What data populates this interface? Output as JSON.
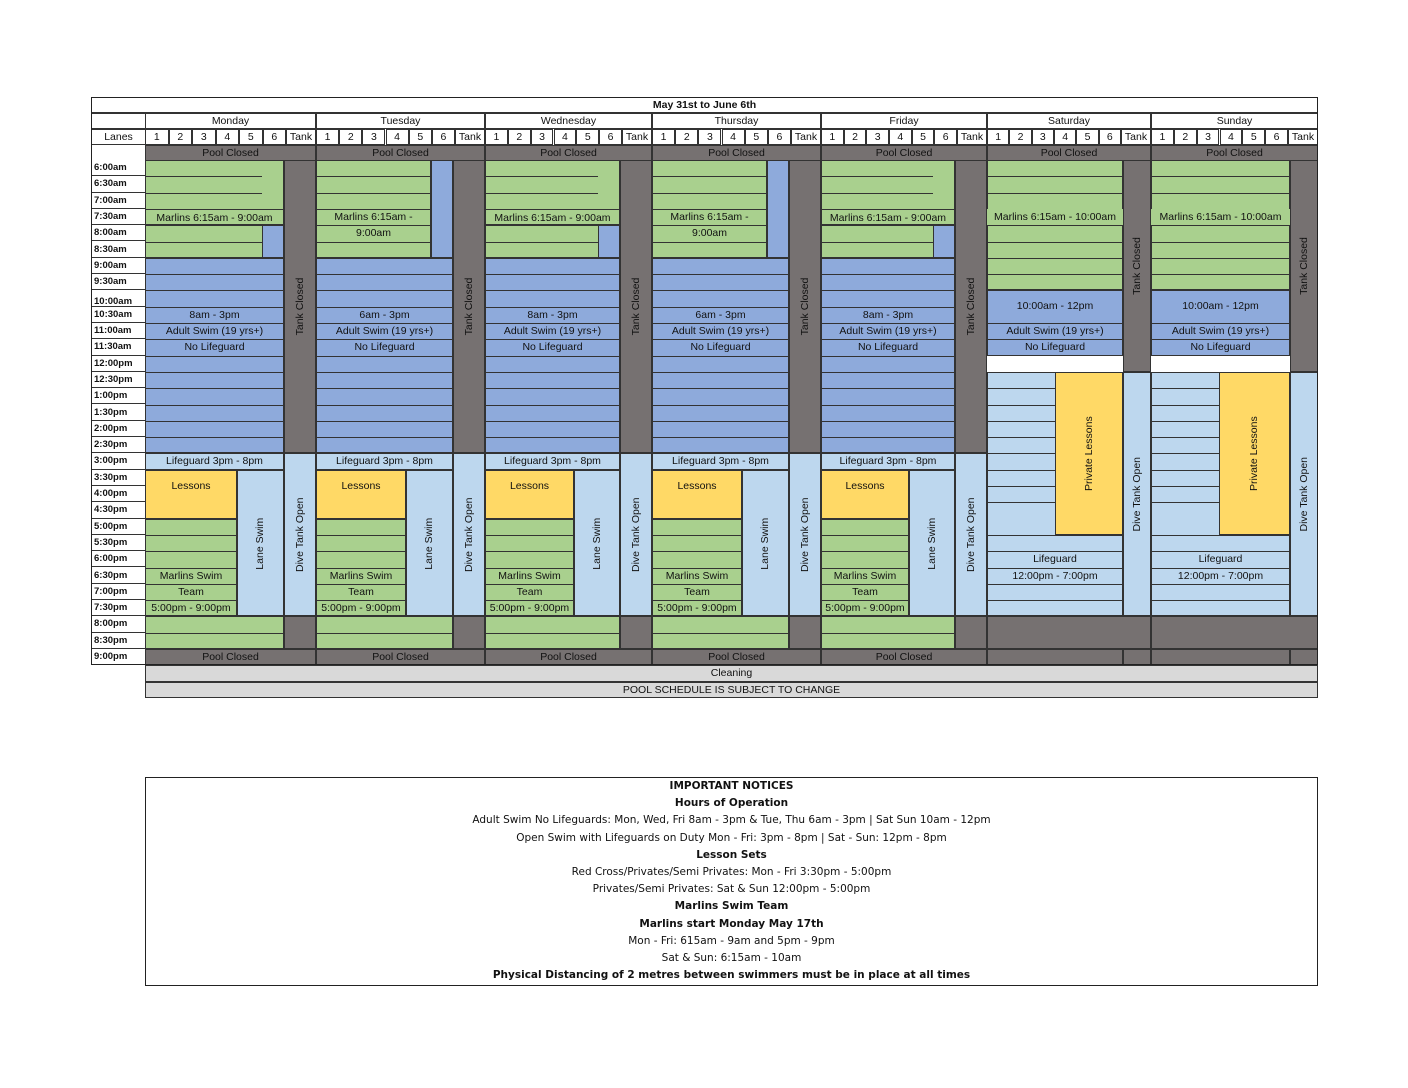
{
  "title": "May 31st to June 6th",
  "lanes_label": "Lanes",
  "lane_numbers": [
    "1",
    "2",
    "3",
    "4",
    "5",
    "6"
  ],
  "tank_label": "Tank",
  "days": [
    "Monday",
    "Tuesday",
    "Wednesday",
    "Thursday",
    "Friday",
    "Saturday",
    "Sunday"
  ],
  "times": [
    "6:00am",
    "6:30am",
    "7:00am",
    "7:30am",
    "8:00am",
    "8:30am",
    "9:00am",
    "9:30am",
    "10:00am",
    "10:30am",
    "11:00am",
    "11:30am",
    "12:00pm",
    "12:30pm",
    "1:00pm",
    "1:30pm",
    "2:00pm",
    "2:30pm",
    "3:00pm",
    "3:30pm",
    "4:00pm",
    "4:30pm",
    "5:00pm",
    "5:30pm",
    "6:00pm",
    "6:30pm",
    "7:00pm",
    "7:30pm",
    "8:00pm",
    "8:30pm",
    "9:00pm"
  ],
  "labels": {
    "pool_closed": "Pool Closed",
    "marlins_weekday": "Marlins 6:15am - 9:00am",
    "marlins_weekday_wrap_1": "Marlins 6:15am -",
    "marlins_weekday_wrap_2": "9:00am",
    "marlins_weekend": "Marlins 6:15am - 10:00am",
    "adult_8_3": "8am - 3pm",
    "adult_6_3": "6am - 3pm",
    "adult_swim": "Adult Swim (19 yrs+)",
    "no_lifeguard": "No Lifeguard",
    "weekend_adult_time": "10:00am - 12pm",
    "lifeguard_3_8": "Lifeguard 3pm - 8pm",
    "lessons": "Lessons",
    "lane_swim": "Lane Swim",
    "dive_tank_open": "Dive Tank Open",
    "tank_closed": "Tank Closed",
    "marlins_swim": "Marlins Swim",
    "team": "Team",
    "evening_time": "5:00pm - 9:00pm",
    "private_lessons": "Private Lessons",
    "lifeguard": "Lifeguard",
    "weekend_lifeguard_time": "12:00pm - 7:00pm",
    "cleaning": "Cleaning",
    "subject_to_change": "POOL SCHEDULE IS SUBJECT TO CHANGE"
  },
  "colors": {
    "lanes_swim_team": "#a9d08e",
    "adult_swim": "#8eaadb",
    "open_swim": "#bdd7ee",
    "lessons": "#ffd966",
    "closed": "#767171",
    "footer": "#d9d9d9"
  },
  "notices": [
    {
      "text": "IMPORTANT NOTICES",
      "bold": true
    },
    {
      "text": "Hours of Operation",
      "bold": true
    },
    {
      "text": "Adult Swim No Lifeguards: Mon, Wed, Fri 8am - 3pm & Tue, Thu 6am - 3pm | Sat Sun 10am - 12pm",
      "bold": false
    },
    {
      "text": "Open Swim with Lifeguards on Duty Mon - Fri: 3pm - 8pm | Sat - Sun: 12pm - 8pm",
      "bold": false
    },
    {
      "text": "Lesson Sets",
      "bold": true
    },
    {
      "text": "Red Cross/Privates/Semi Privates: Mon - Fri 3:30pm - 5:00pm",
      "bold": false
    },
    {
      "text": "Privates/Semi Privates: Sat & Sun 12:00pm - 5:00pm",
      "bold": false
    },
    {
      "text": "Marlins Swim Team",
      "bold": true
    },
    {
      "text": "Marlins start Monday May 17th",
      "bold": true
    },
    {
      "text": "Mon - Fri: 615am - 9am and 5pm - 9pm",
      "bold": false
    },
    {
      "text": "Sat & Sun: 6:15am - 10am",
      "bold": false
    },
    {
      "text": "Physical Distancing of 2 metres between swimmers must be in place at all times",
      "bold": true
    }
  ]
}
